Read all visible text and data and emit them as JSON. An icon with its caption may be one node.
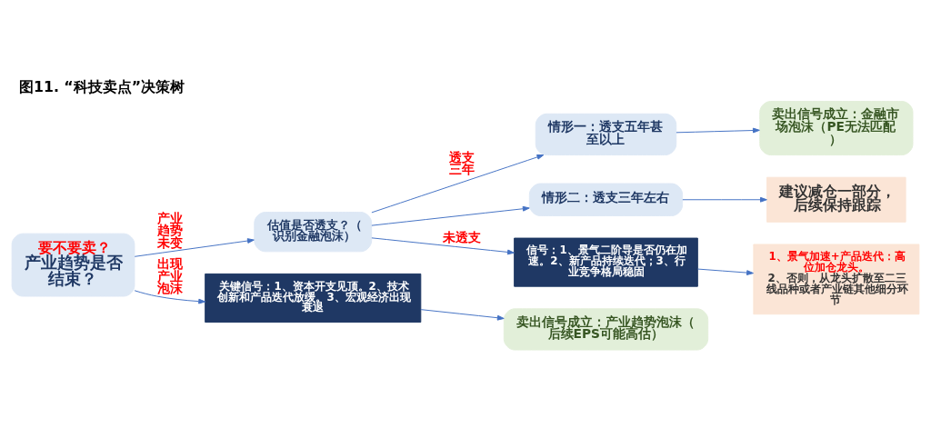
{
  "diagram": {
    "title": "图11. “科技卖点”决策树",
    "nodes": [
      {
        "text": [
          "要不要卖？",
          "产业趋势是否结束？"
        ]
      },
      {
        "text": [
          "估值是否透支？（识别金融泡沫）"
        ]
      },
      {
        "text": [
          "情形一：透支五年甚至以上"
        ]
      },
      {
        "text": [
          "卖出信号成立：金融市场泡沫（PE无法匹配）"
        ]
      },
      {
        "text": [
          "情形二：透支三年左右"
        ]
      },
      {
        "text": [
          "建议减仓一部分，后续保持跟踪"
        ]
      },
      {
        "text": [
          "信号：1、景气二阶导是否仍在加速。2、新产品持续迭代；3、行业竞争格局稳固"
        ]
      },
      {
        "text": [
          "1、景气加速+产品迭代：高位加仓龙头。",
          "2、否则，从龙头扩散至二三线品种或者产业链其他细分环节"
        ]
      },
      {
        "text": [
          "关键信号：1、资本开支见顶。2、技术创新和产品迭代放缓。3、宏观经济出现衰退"
        ]
      },
      {
        "text": [
          "卖出信号成立：产业趋势泡沫（后续EPS可能高估）"
        ]
      }
    ],
    "edges": [
      {
        "from": 0,
        "to": 1,
        "arrow": "to",
        "label": "产业趋势未变"
      },
      {
        "from": 0,
        "to": 8,
        "arrow": "to",
        "label": "出现产业泡沫"
      },
      {
        "from": 1,
        "to": 2,
        "arrow": "to",
        "label": "透支三年"
      },
      {
        "from": 1,
        "to": 4,
        "arrow": "to"
      },
      {
        "from": 1,
        "to": 6,
        "arrow": "to",
        "label": "未透支"
      },
      {
        "from": 2,
        "to": 3,
        "arrow": "to"
      },
      {
        "from": 4,
        "to": 5,
        "arrow": "to"
      },
      {
        "from": 6,
        "to": 7,
        "arrow": "to"
      },
      {
        "from": 8,
        "to": 9,
        "arrow": "to"
      }
    ]
  }
}
